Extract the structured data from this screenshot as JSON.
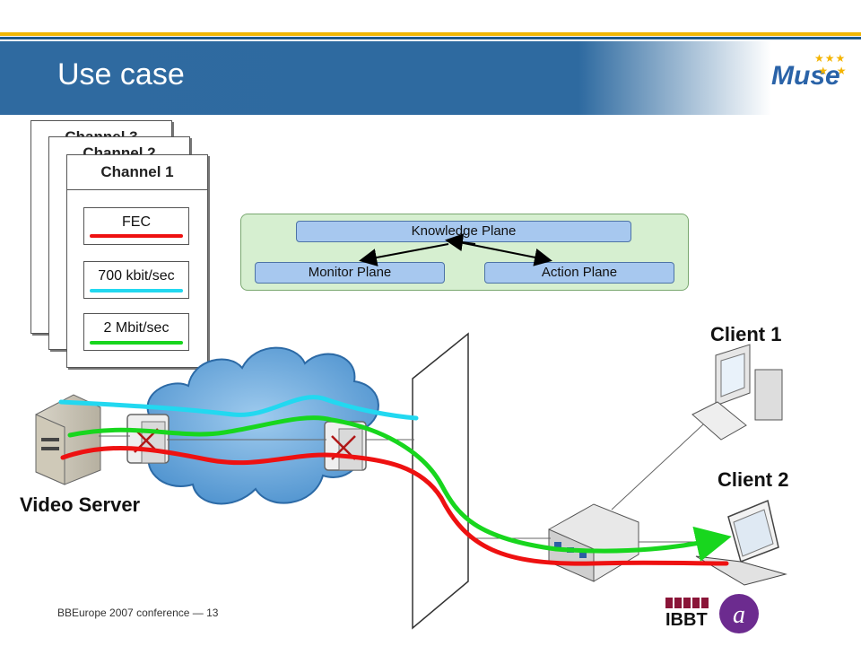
{
  "slide": {
    "title": "Use case",
    "logo": "Muse",
    "footer": "BBEurope 2007 conference — 13"
  },
  "channels": [
    {
      "title": "Channel 3"
    },
    {
      "title": "Channel 2"
    },
    {
      "title": "Channel 1",
      "params": [
        {
          "label": "FEC",
          "color": "#ee1111"
        },
        {
          "label": "700 kbit/sec",
          "color": "#22d8f0"
        },
        {
          "label": "2 Mbit/sec",
          "color": "#18d61e"
        }
      ]
    }
  ],
  "planes": {
    "knowledge": "Knowledge Plane",
    "monitor": "Monitor Plane",
    "action": "Action Plane"
  },
  "labels": {
    "client1": "Client 1",
    "client2": "Client 2",
    "server": "Video Server"
  },
  "logos": {
    "ibbt": "IBBT"
  },
  "colors": {
    "header_blue": "#2f6aa0",
    "stream_red": "#ee1111",
    "stream_green": "#18d61e",
    "stream_cyan": "#22d8f0"
  }
}
